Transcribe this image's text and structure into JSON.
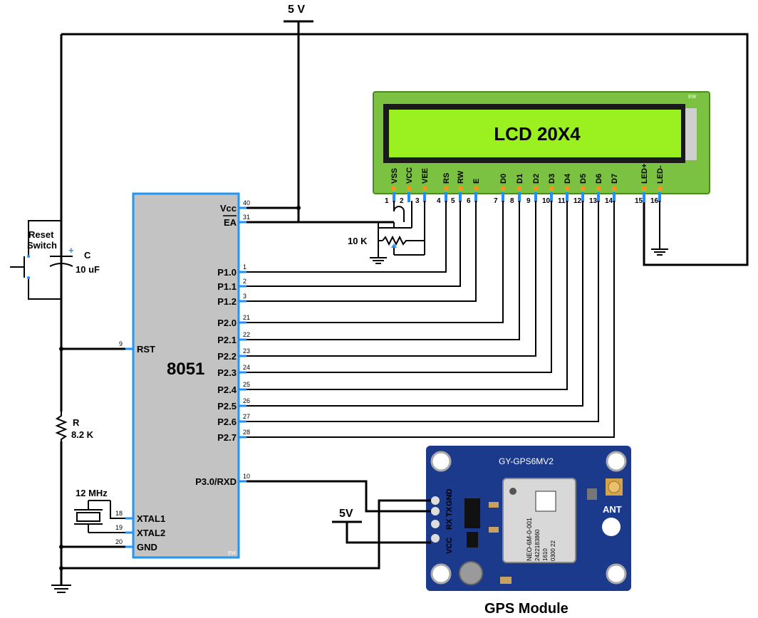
{
  "supply": {
    "top_label": "5 V",
    "gps_label": "5V"
  },
  "mcu": {
    "name": "8051",
    "pins": [
      {
        "name": "Vcc",
        "num": "40"
      },
      {
        "name": "EA",
        "num": "31"
      },
      {
        "name": "P1.0",
        "num": "1"
      },
      {
        "name": "P1.1",
        "num": "2"
      },
      {
        "name": "P1.2",
        "num": "3"
      },
      {
        "name": "P2.0",
        "num": "21"
      },
      {
        "name": "P2.1",
        "num": "22"
      },
      {
        "name": "P2.2",
        "num": "23"
      },
      {
        "name": "P2.3",
        "num": "24"
      },
      {
        "name": "P2.4",
        "num": "25"
      },
      {
        "name": "P2.5",
        "num": "26"
      },
      {
        "name": "P2.6",
        "num": "27"
      },
      {
        "name": "P2.7",
        "num": "28"
      },
      {
        "name": "RST",
        "num": "9"
      },
      {
        "name": "P3.0/RXD",
        "num": "10"
      },
      {
        "name": "XTAL1",
        "num": "18"
      },
      {
        "name": "XTAL2",
        "num": "19"
      },
      {
        "name": "GND",
        "num": "20"
      }
    ]
  },
  "lcd": {
    "title": "LCD 20X4",
    "pins": [
      {
        "name": "VSS",
        "num": "1"
      },
      {
        "name": "VCC",
        "num": "2"
      },
      {
        "name": "VEE",
        "num": "3"
      },
      {
        "name": "RS",
        "num": "4"
      },
      {
        "name": "RW",
        "num": "5"
      },
      {
        "name": "E",
        "num": "6"
      },
      {
        "name": "D0",
        "num": "7"
      },
      {
        "name": "D1",
        "num": "8"
      },
      {
        "name": "D2",
        "num": "9"
      },
      {
        "name": "D3",
        "num": "10"
      },
      {
        "name": "D4",
        "num": "11"
      },
      {
        "name": "D5",
        "num": "12"
      },
      {
        "name": "D6",
        "num": "13"
      },
      {
        "name": "D7",
        "num": "14"
      },
      {
        "name": "LED+",
        "num": "15"
      },
      {
        "name": "LED-",
        "num": "16"
      }
    ]
  },
  "pot": {
    "label": "10 K"
  },
  "reset": {
    "label_line1": "Reset",
    "label_line2": "Switch"
  },
  "capacitor": {
    "name": "C",
    "value": "10 uF"
  },
  "resistor": {
    "name": "R",
    "value": "8.2 K"
  },
  "crystal": {
    "label": "12 MHz"
  },
  "gps": {
    "board_label": "GY-GPS6MV2",
    "pins": [
      "GND",
      "TX",
      "RX",
      "VCC"
    ],
    "ant_label": "ANT",
    "module_label": "GPS Module",
    "chip_lines": [
      "NEO-6M-0-001",
      "2422183860",
      "1610",
      "0300 22"
    ]
  },
  "colors": {
    "pin_orange": "#f7941d",
    "pin_blue": "#1e90ff",
    "mcu_body": "#c3c3c3",
    "mcu_border": "#2196f3",
    "lcd_board": "#7cc242",
    "lcd_screen": "#9bf020",
    "gps_board": "#1c3a8c"
  }
}
